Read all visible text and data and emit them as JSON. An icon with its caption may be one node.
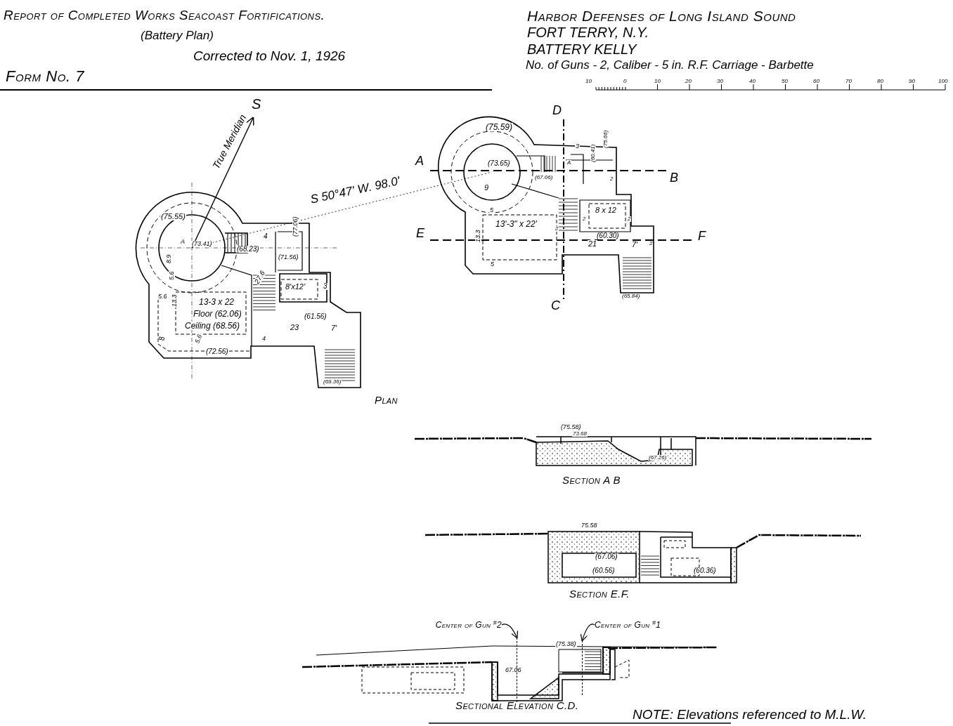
{
  "diagram": {
    "title": "Report of Completed Works Seacoast Fortifications.",
    "nodes": [
      {
        "text": [
          "Center of Gun $^{#}$2"
        ]
      },
      {
        "text": [
          "Center of Gun $^{#}$1"
        ]
      },
      {
        "text": [],
        "shape": "line"
      },
      {
        "text": [],
        "shape": "line"
      }
    ],
    "edges": [
      {
        "from": 0,
        "to": 2,
        "arrow": "to"
      },
      {
        "from": 1,
        "to": 3,
        "arrow": "to"
      }
    ],
    "labels": [
      "(Battery Plan)",
      "Corrected to Nov. 1, 1926",
      "Form No. 7",
      "Harbor Defenses of Long Island Sound",
      "FORT TERRY, N.Y.",
      "BATTERY KELLY",
      "No. of Guns - 2, Caliber - 5 in. R.F. Carriage - Barbette",
      "10",
      "0",
      "10",
      "20",
      "30",
      "40",
      "50",
      "60",
      "70",
      "80",
      "90",
      "100",
      "S",
      "True Meridian",
      "S 50°47' W. 98.0'",
      "(75.55)",
      "A",
      "(73.41)",
      "(68.23)",
      "4",
      "(71.56)",
      "(77.06)",
      "8.9",
      "5.6",
      "5.6",
      "13.3",
      "13-3 x 22",
      "Floor (62.06)",
      "Ceiling (68.56)",
      "27.6",
      "8'x12'",
      "3",
      "(61.56)",
      "23",
      "7'",
      "8",
      "5.6",
      "4",
      "(72.56)",
      "(69.36)",
      "D",
      "(75.59)",
      "A",
      "(73.65)",
      "3",
      "A",
      "(60.41)",
      "(75.66)",
      "B",
      "(67.06)",
      "2",
      "9",
      "8 x 12",
      "13'-3\" x 22'",
      "5",
      "2",
      "2",
      "2",
      "E",
      "(60.30)",
      "F",
      "21",
      "7'",
      "2",
      "13.3",
      "5",
      "(65.84)",
      "C",
      "Plan",
      "(75.58)",
      "73.68",
      "(67.26)",
      "Section A B",
      "75.58",
      "(67.06)",
      "(60.56)",
      "(60.36)",
      "Section E.F.",
      "(75.38)",
      "67.06",
      "Sectional Elevation C.D.",
      "NOTE: Elevations referenced to M.L.W."
    ]
  }
}
